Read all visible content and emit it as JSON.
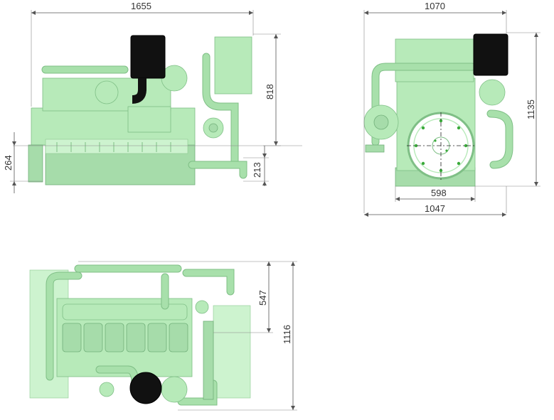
{
  "views": {
    "side": {
      "dim_length": "1655",
      "dim_height_above_crank": "818",
      "dim_crank_to_mount": "264",
      "dim_mount_to_base": "213"
    },
    "front": {
      "dim_width_top": "1070",
      "dim_height_total": "1135",
      "dim_mount_spacing": "598",
      "dim_width_base": "1047"
    },
    "top": {
      "dim_offset": "547",
      "dim_width": "1116"
    }
  },
  "colors": {
    "engine": "#b7eab9",
    "engine_dark": "#a6dcaa",
    "filter": "#111111",
    "flywheel": "#ffffff",
    "holes": "#3aaa3a"
  }
}
